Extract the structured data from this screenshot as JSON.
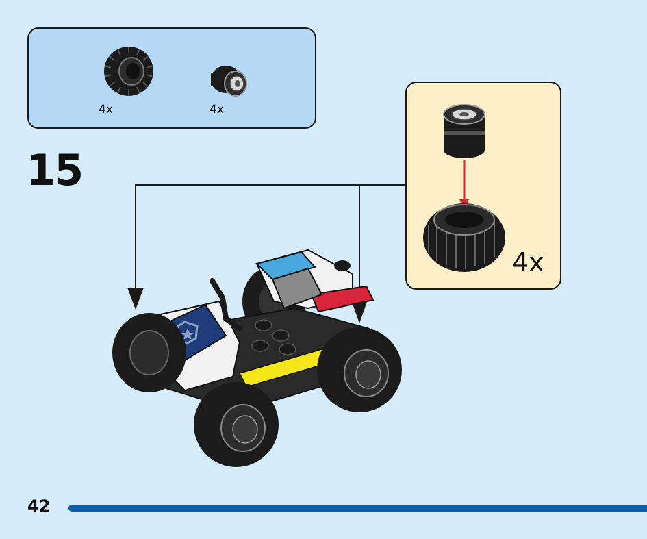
{
  "parts_list": {
    "items": [
      {
        "part": "tire-icon",
        "quantity": "4x"
      },
      {
        "part": "rim-icon",
        "quantity": "4x"
      }
    ]
  },
  "step": {
    "number": "15"
  },
  "callout": {
    "quantity": "4x"
  },
  "page": {
    "number": "42"
  },
  "colors": {
    "background": "#d6ecfb",
    "parts_box": "#b5d8f4",
    "callout_box": "#fdf0c8",
    "page_bar": "#0d5fab",
    "police_blue": "#1e3d7a",
    "light_blue": "#4aa8e0",
    "light_red": "#d9253a",
    "chassis_yellow": "#f5e61a"
  }
}
